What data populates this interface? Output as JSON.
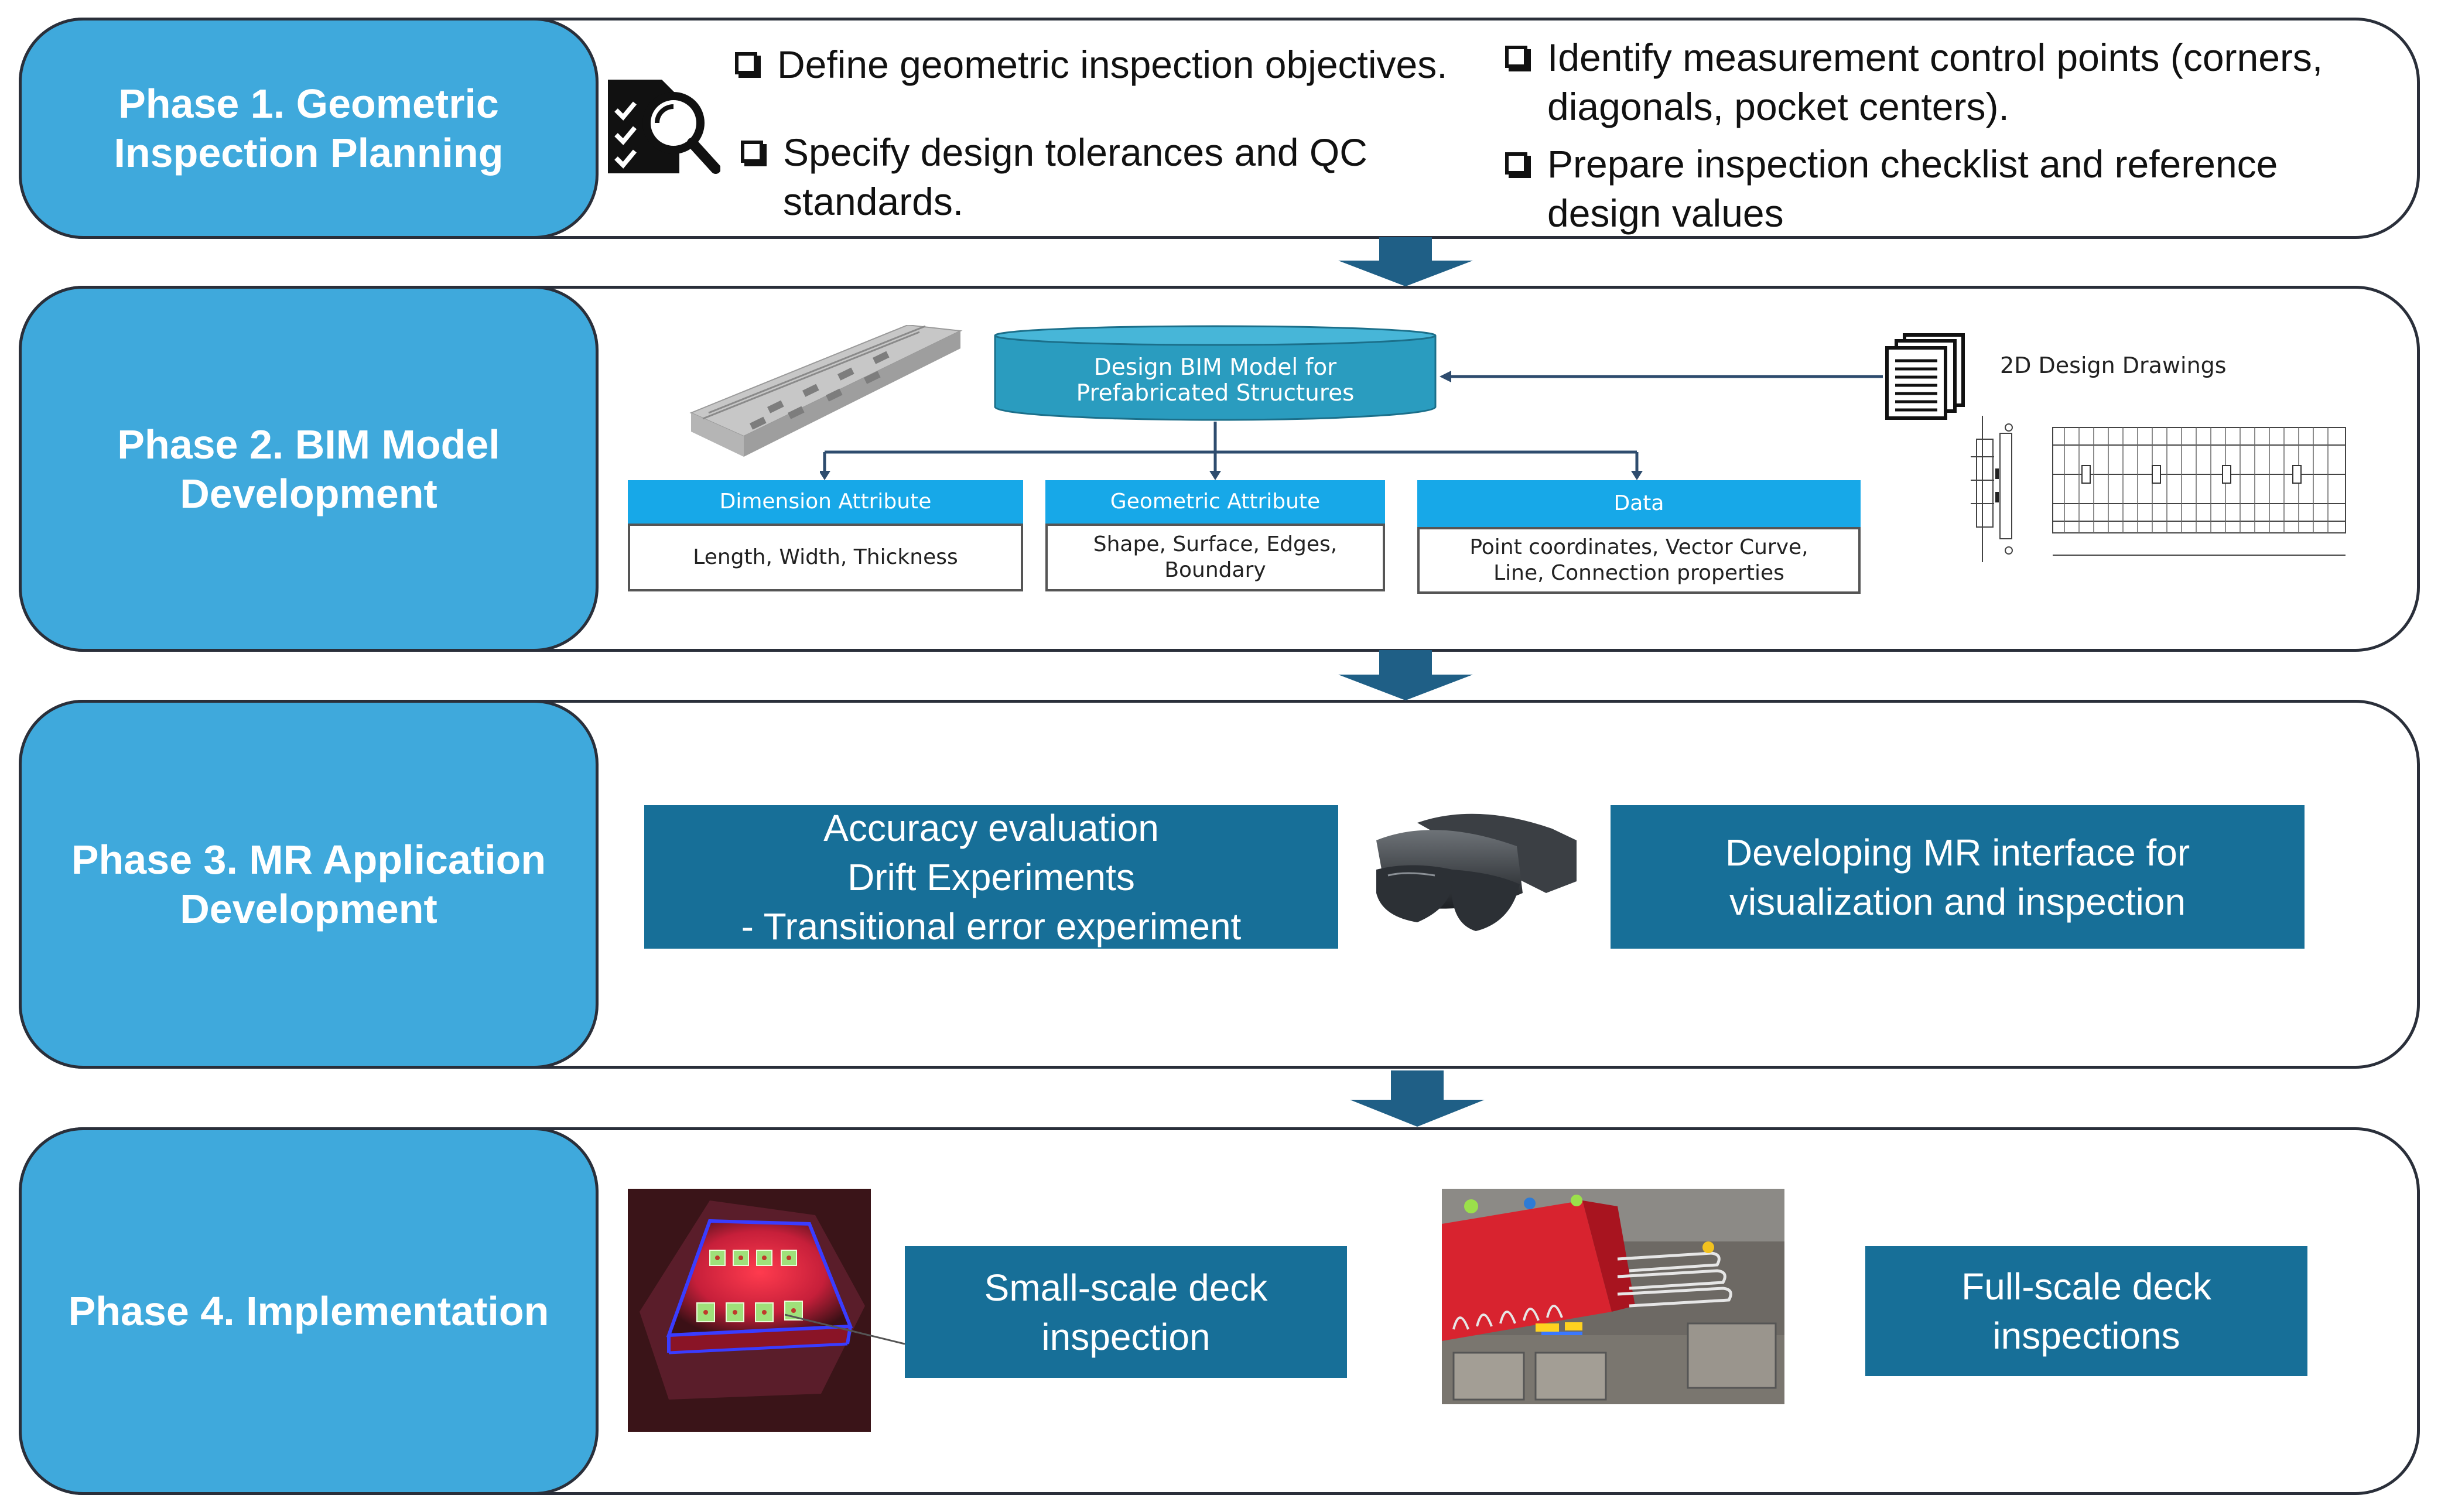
{
  "phase1": {
    "title": "Phase 1. Geometric Inspection Planning",
    "items_left": [
      "Define geometric inspection objectives.",
      "Specify design tolerances and QC standards."
    ],
    "items_right": [
      "Identify measurement control points (corners, diagonals, pocket centers).",
      "Prepare inspection checklist and reference design values"
    ],
    "icon": "checklist-magnifier-icon"
  },
  "phase2": {
    "title": "Phase 2. BIM Model Development",
    "bim_model": "Design BIM Model for Prefabricated Structures",
    "drawings_label": "2D Design Drawings",
    "attributes": [
      {
        "head": "Dimension Attribute",
        "body": "Length, Width, Thickness"
      },
      {
        "head": "Geometric Attribute",
        "body": "Shape, Surface, Edges, Boundary"
      },
      {
        "head": "Data",
        "body": "Point coordinates, Vector Curve, Line, Connection properties"
      }
    ]
  },
  "phase3": {
    "title": "Phase 3. MR Application Development",
    "left_box": [
      "Accuracy evaluation",
      "Drift Experiments",
      "- Transitional error experiment"
    ],
    "right_box": "Developing MR interface for visualization and inspection"
  },
  "phase4": {
    "title": "Phase 4. Implementation",
    "small_box": "Small-scale deck inspection",
    "full_box": "Full-scale deck inspections"
  },
  "colors": {
    "phase_blue": "#3fa9dc",
    "teal": "#176f98",
    "attr_blue": "#17a8e8",
    "arrow": "#1f5f86"
  }
}
